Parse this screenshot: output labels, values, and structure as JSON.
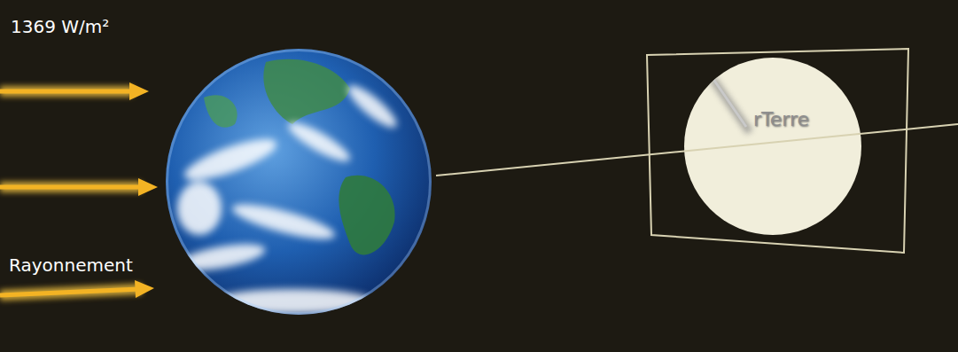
{
  "diagram": {
    "nodes": [
      {
        "text": [
          "rTerre"
        ]
      }
    ],
    "labels": [
      "1369 W/m²",
      "Rayonnement"
    ]
  }
}
